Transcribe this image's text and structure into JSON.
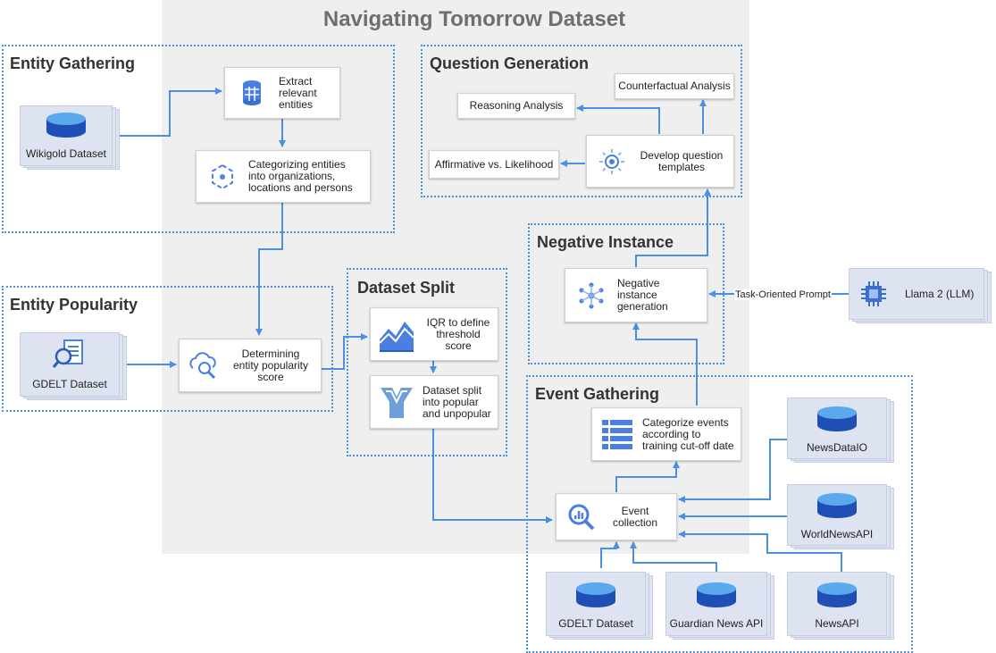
{
  "title": "Navigating Tomorrow Dataset",
  "groups": {
    "entity_gathering": "Entity Gathering",
    "entity_popularity": "Entity Popularity",
    "dataset_split": "Dataset Split",
    "question_generation": "Question Generation",
    "negative_instance": "Negative Instance",
    "event_gathering": "Event Gathering"
  },
  "nodes": {
    "extract": "Extract relevant entities",
    "categorize_entities": "Categorizing entities into organizations, locations and persons",
    "popularity": "Determining entity popularity score",
    "iqr": "IQR to define threshold score",
    "split": "Dataset split into popular and unpopular",
    "templates": "Develop question templates",
    "reasoning": "Reasoning Analysis",
    "counterfactual": "Counterfactual Analysis",
    "affirmative": "Affirmative vs. Likelihood",
    "negative": "Negative instance generation",
    "categorize_events": "Categorize events according to training cut-off date",
    "event_collection": "Event collection"
  },
  "datasets": {
    "wikigold": "Wikigold Dataset",
    "gdelt_top": "GDELT Dataset",
    "llama": "Llama 2  (LLM)",
    "newsdataio": "NewsDataIO",
    "worldnewsapi": "WorldNewsAPI",
    "gdelt_bottom": "GDELT Dataset",
    "guardian": "Guardian News API",
    "newsapi": "NewsAPI"
  },
  "edge_labels": {
    "prompt": "Task-Oriented Prompt"
  },
  "colors": {
    "accent": "#4a90e2",
    "card": "#dde3f0",
    "background": "#efefef"
  }
}
